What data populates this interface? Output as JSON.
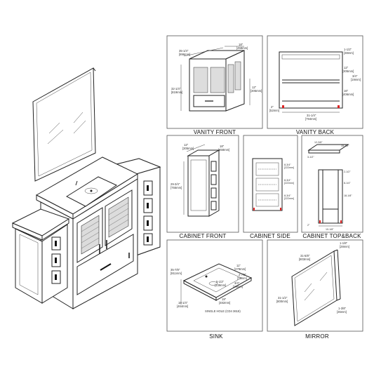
{
  "panels": {
    "vanity_front": "VANITY FRONT",
    "vanity_back": "VANITY BACK",
    "cabinet_front": "CABINET FRONT",
    "cabinet_side": "CABINET SIDE",
    "cabinet_top_back": "CABINET TOP&BACK",
    "sink": "SINK",
    "mirror": "MIRROR"
  },
  "vanity_front_dims": {
    "width": "35-1/4\"",
    "width_mm": "[896mm]",
    "depth": "18\"",
    "depth_mm": "[458mm]",
    "height": "32-1/4\"",
    "height_mm": "[819mm]",
    "drawer": "12\"",
    "drawer_mm": "[305mm]"
  },
  "vanity_back_dims": {
    "top": "1-1/2\"",
    "top_mm": "[38mm]",
    "a": "12\"",
    "a_mm": "[305mm]",
    "b": "3/4\"",
    "b_mm": "[19mm]",
    "c": "16\"",
    "c_mm": "[406mm]",
    "foot": "2\"",
    "foot_mm": "[52mm]",
    "bottom": "31-1/4\"",
    "bottom_mm": "[794mm]"
  },
  "cabinet_front_dims": {
    "w": "12\"",
    "w_mm": "[305mm]",
    "d": "18\"",
    "d_mm": "[458mm]",
    "h": "29-3/4\"",
    "h_mm": "[755mm]"
  },
  "cabinet_side_dims": {
    "a": "8-3/4\"",
    "a_mm": "[222mm]",
    "b": "8-3/4\"",
    "b_mm": "[222mm]",
    "c": "8-3/4\"",
    "c_mm": "[222mm]"
  },
  "cabinet_top_dims": {
    "a": "12-3/8\"",
    "b": "15-1/2\"",
    "c": "3-1/2\"",
    "d": "18-1/8\"",
    "e": "2-1/2\"",
    "f": "8-1/4\"",
    "g": "2\"",
    "h": "10-1/8\""
  },
  "sink_dims": {
    "length": "35-7/8\"",
    "length_mm": "[911mm]",
    "width": "11\"",
    "width_mm": "[279mm]",
    "bowl": "2-7/8\"",
    "bowl_mm": "[73mm]",
    "depth": "5-1/2\"",
    "depth_mm": "[139mm]",
    "lip": "3/4\"",
    "lip_mm": "[19mm]",
    "front": "18-1/4\"",
    "front_mm": "[464mm]",
    "inner": "19\"",
    "inner_mm": "[482mm]",
    "hole_note": "SINGLE HOLE (CD4 3618)"
  },
  "mirror_dims": {
    "top": "1-1/8\"",
    "top_mm": "[28mm]",
    "width": "31-5/8\"",
    "width_mm": "[803mm]",
    "height": "31-1/2\"",
    "height_mm": "[800mm]",
    "side": "1-3/8\"",
    "side_mm": "[35mm]"
  }
}
